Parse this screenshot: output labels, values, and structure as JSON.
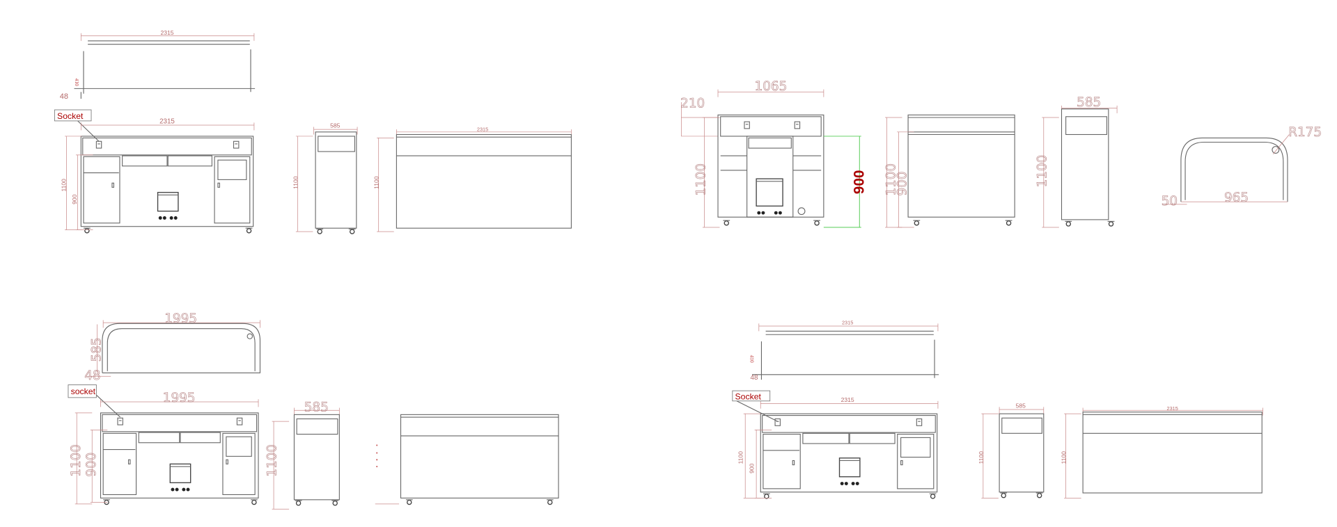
{
  "views": {
    "a": {
      "top_width": "2315",
      "top_depth": "410",
      "top_edge": "48",
      "socket_label": "Socket",
      "front_width": "2315",
      "front_height": "1100",
      "front_lower": "900",
      "side_width": "585",
      "side_height": "1100",
      "back_width": "2315",
      "back_height": "1100"
    },
    "b": {
      "front_width": "1065",
      "front_top": "210",
      "front_height": "1100",
      "front_lower_highlight": "900",
      "side_height": "1100",
      "side_lower": "900",
      "side2_width": "585",
      "side2_height": "1100",
      "plan_radius": "R175",
      "plan_edge": "50",
      "plan_width": "965"
    },
    "c": {
      "top_width": "1995",
      "top_depth": "585",
      "top_edge": "48",
      "socket_label": "socket",
      "front_width": "1995",
      "front_height": "1100",
      "front_lower": "900",
      "side_width": "585",
      "side_height": "1100"
    },
    "d": {
      "top_width": "2315",
      "top_depth": "410",
      "top_edge": "48",
      "socket_label": "Socket",
      "front_width": "2315",
      "front_height": "1100",
      "front_lower": "900",
      "side_width": "585",
      "side_height": "1100",
      "back_width": "2315",
      "back_height": "1100"
    }
  },
  "colors": {
    "lines": "#666666",
    "dimensions": "#c98a8a",
    "labels": "#aa0000",
    "highlight_dimension": "#55cc55"
  }
}
